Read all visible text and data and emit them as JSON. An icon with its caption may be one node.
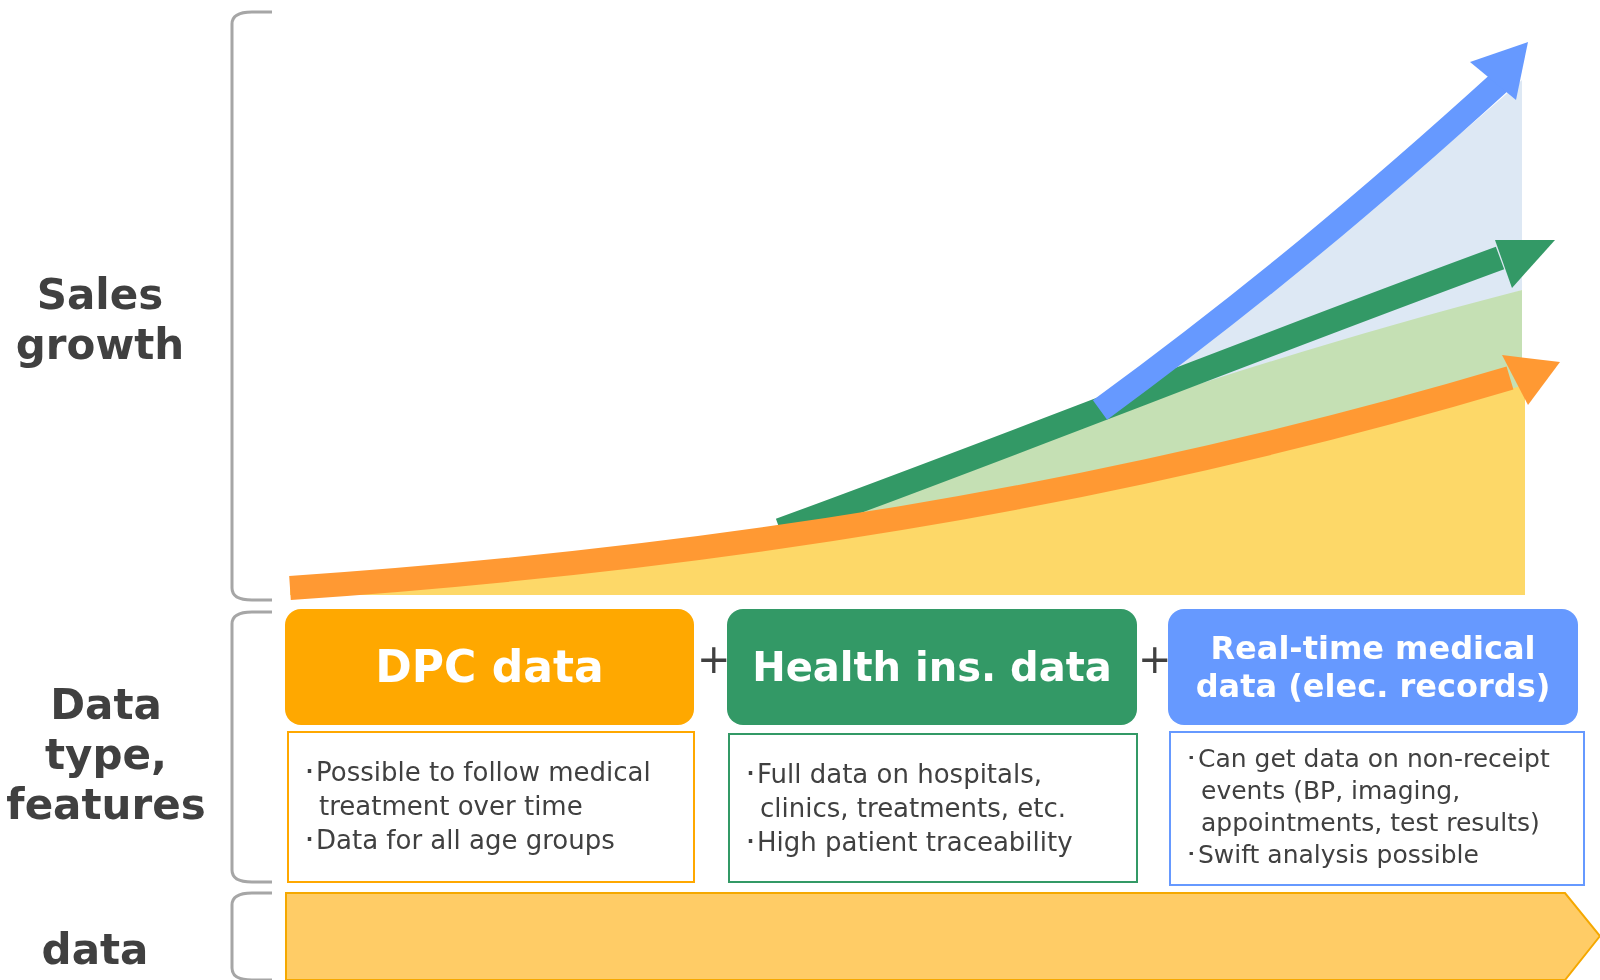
{
  "diagram": {
    "nodes": [
      {
        "text": [
          "DPC data"
        ]
      },
      {
        "text": [
          "Health ins. data"
        ]
      },
      {
        "text": [
          "Real-time medical data (elec. records)"
        ]
      },
      {
        "text": [
          "･Possible to follow medical treatment over time",
          "･Data for all age groups"
        ]
      },
      {
        "text": [
          "･Full data on hospitals, clinics, treatments, etc.",
          "･High patient traceability"
        ]
      },
      {
        "text": [
          "･Can get data on non-receipt events (BP, imaging, appointments, test results)",
          "･Swift analysis possible"
        ]
      }
    ],
    "labels": [
      "Sales growth",
      "+",
      "+",
      "Data type, features",
      "data"
    ]
  }
}
